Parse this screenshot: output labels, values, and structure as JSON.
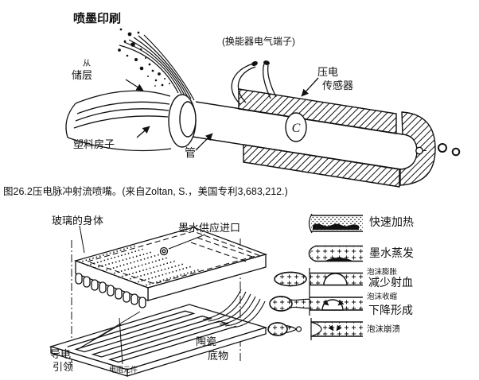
{
  "colors": {
    "ink": "#111111",
    "background": "#ffffff"
  },
  "figure": {
    "title": "喷墨印刷",
    "caption": "图26.2压电脉冲射流喷嘴。(来自Zoltan, S.，美国专利3,683,212.)"
  },
  "nozzle_diagram": {
    "labels": {
      "terminals": "(换能器电气端子)",
      "from": "从",
      "reservoir": "储层",
      "piezo_1": "压电",
      "piezo_2": "传感器",
      "plastic_housing": "塑料房子",
      "tube": "管",
      "section_marker": "C"
    }
  },
  "printhead_diagram": {
    "labels": {
      "glass_body": "玻璃的身体",
      "ink_supply_inlet": "墨水供应进口",
      "conductive_1": "导电",
      "conductive_2": "引领",
      "resistive_element": "电阻元件",
      "ceramic_1": "陶瓷",
      "ceramic_2": "底物"
    }
  },
  "bubble_stages": {
    "stages": [
      {
        "line1": "快速加热"
      },
      {
        "line1": "墨水蒸发"
      },
      {
        "line1": "泡沫膨胀",
        "line2": "减少射血"
      },
      {
        "line1": "泡沫收缩",
        "line2": "下降形成"
      },
      {
        "line1": "泡沫崩溃"
      }
    ]
  }
}
